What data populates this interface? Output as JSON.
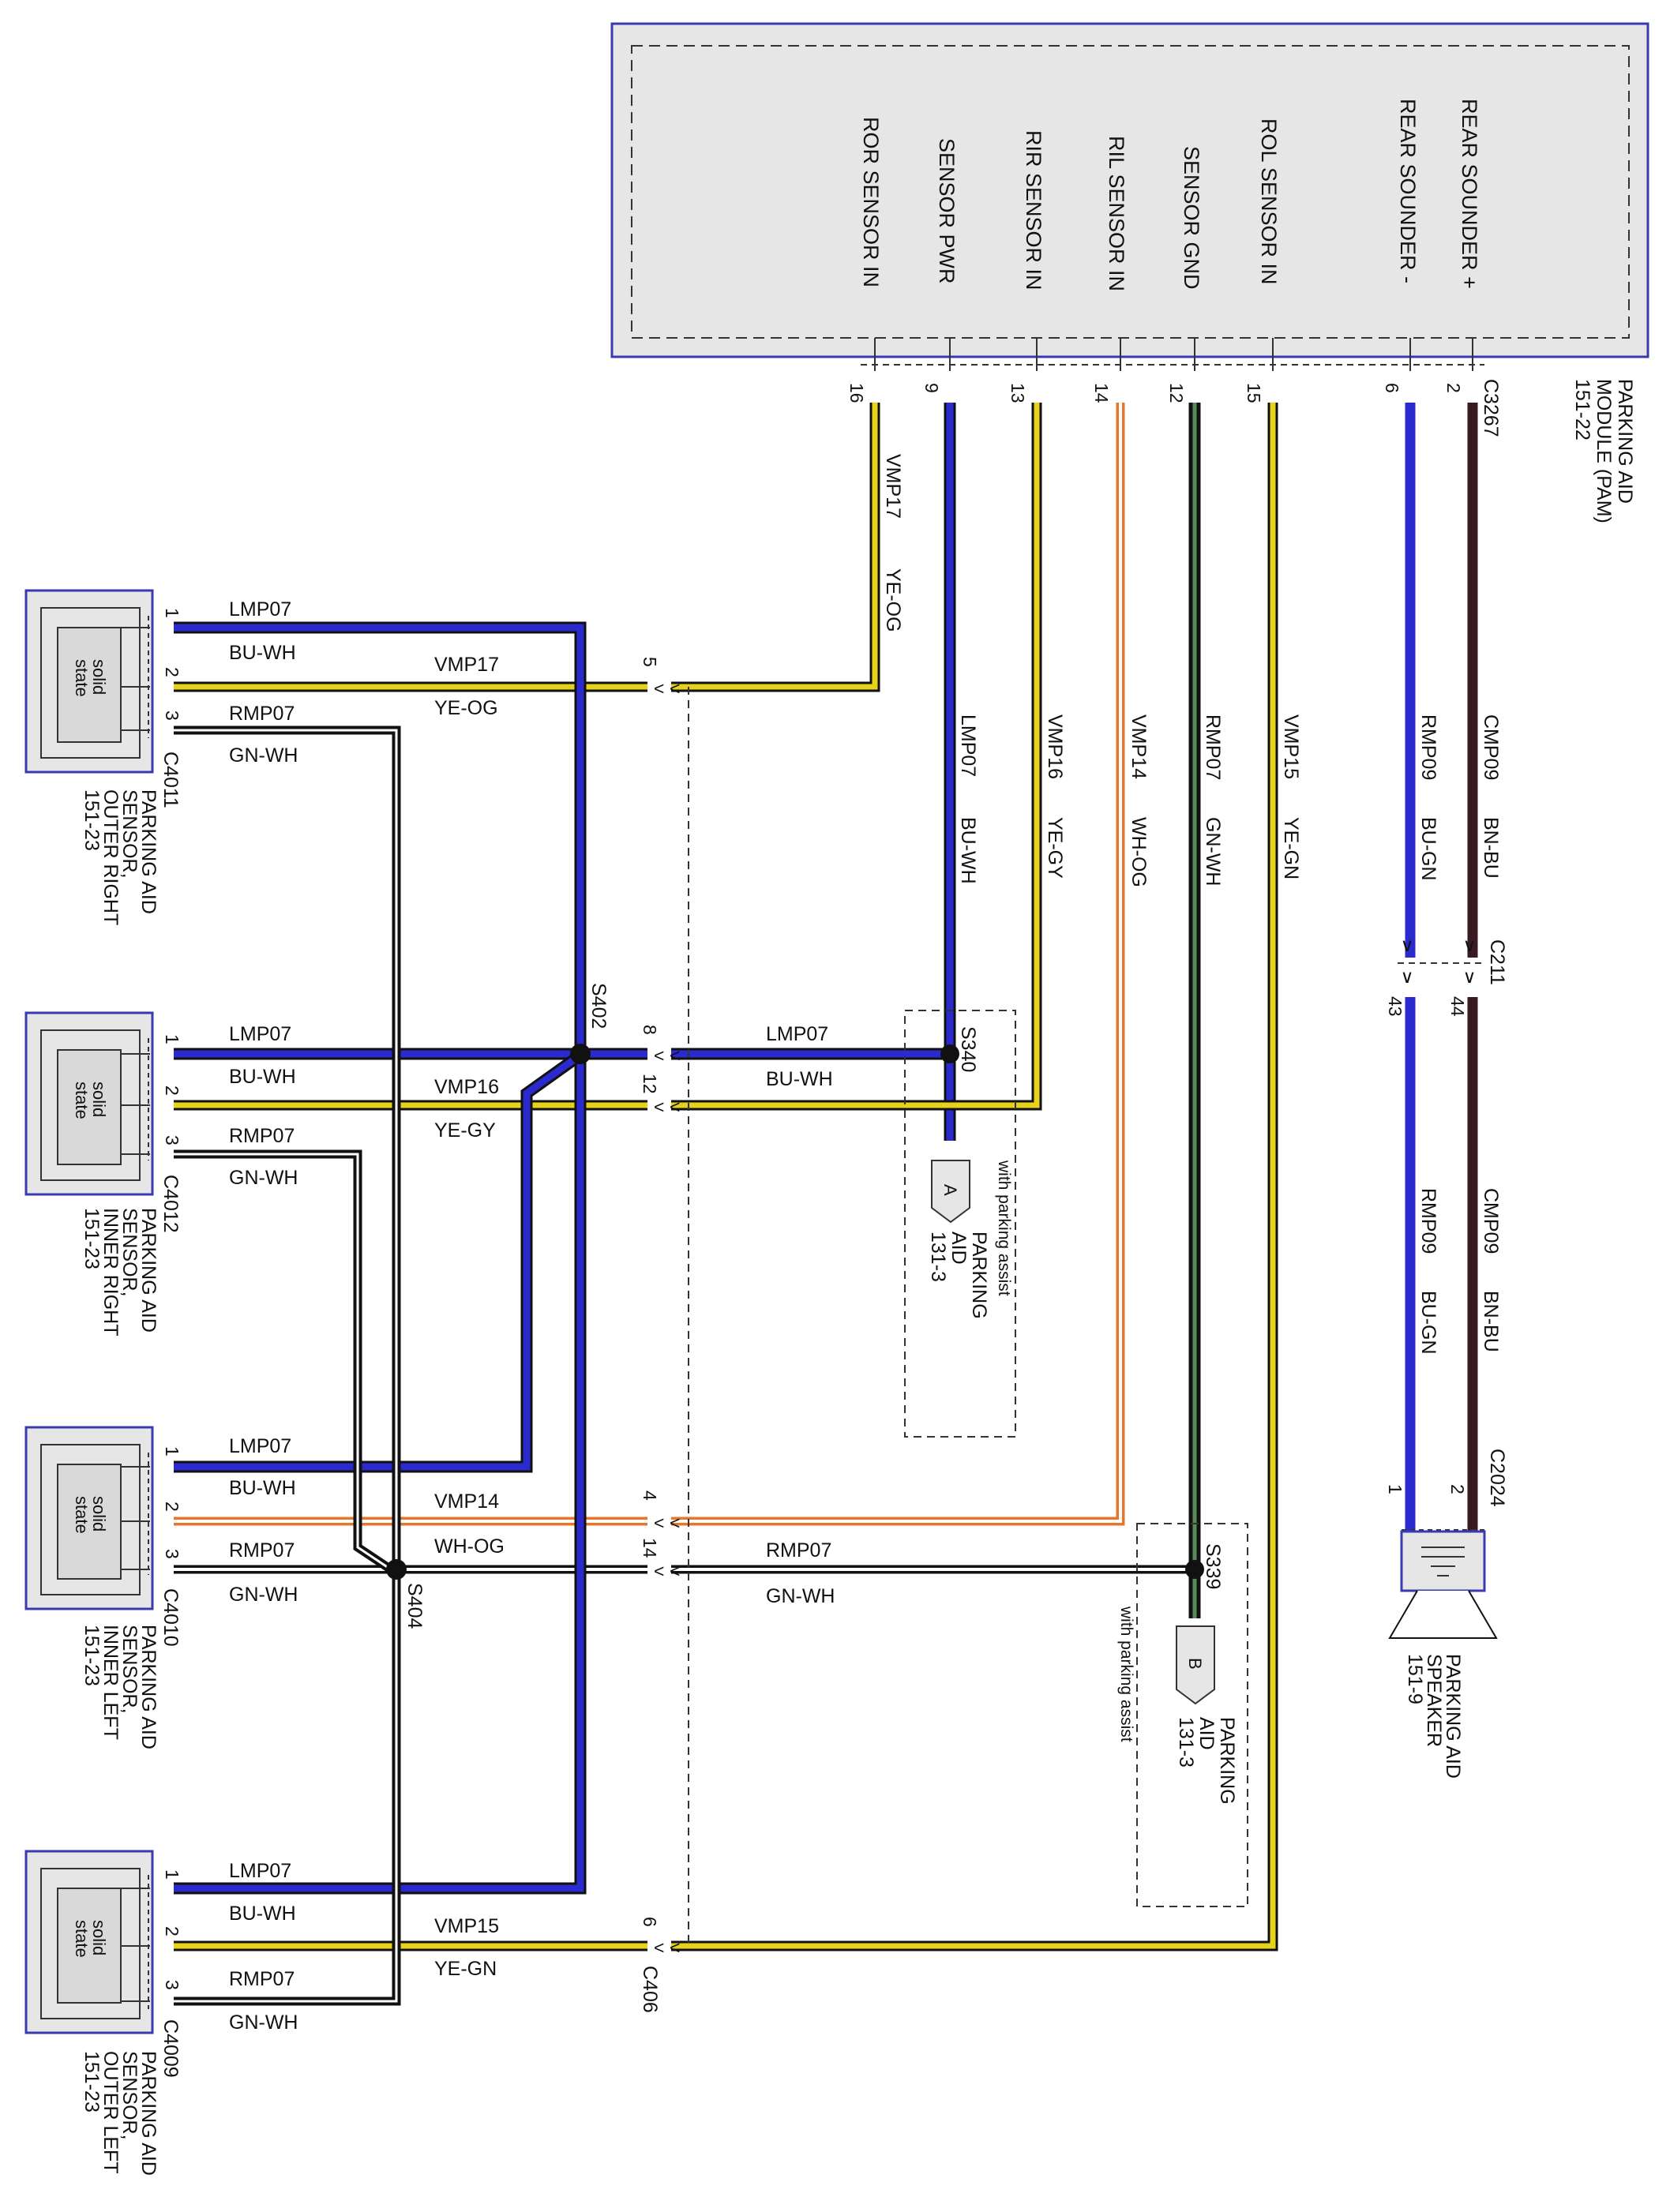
{
  "module": {
    "name_lines": [
      "PARKING AID",
      "MODULE (PAM)",
      "151-22"
    ],
    "connector": "C3267",
    "pins": [
      {
        "label": "REAR SOUNDER +",
        "pin": "2"
      },
      {
        "label": "REAR SOUNDER -",
        "pin": "6"
      },
      {
        "label": "ROL SENSOR IN",
        "pin": "15"
      },
      {
        "label": "SENSOR GND",
        "pin": "12"
      },
      {
        "label": "RIL SENSOR IN",
        "pin": "14"
      },
      {
        "label": "RIR SENSOR IN",
        "pin": "13"
      },
      {
        "label": "SENSOR PWR",
        "pin": "9"
      },
      {
        "label": "ROR SENSOR IN",
        "pin": "16"
      }
    ]
  },
  "wires": {
    "ror_circuit": "VMP17",
    "ror_color": "YE-OG",
    "pwr_circuit": "LMP07",
    "pwr_color": "BU-WH",
    "rir_circuit": "VMP16",
    "rir_color": "YE-GY",
    "ril_circuit": "VMP14",
    "ril_color": "WH-OG",
    "gnd_circuit": "RMP07",
    "gnd_color": "GN-WH",
    "rol_circuit": "VMP15",
    "rol_color": "YE-GN",
    "snd_minus_circuit": "RMP09",
    "snd_minus_color": "BU-GN",
    "snd_plus_circuit": "CMP09",
    "snd_plus_color": "BN-BU"
  },
  "inline_connectors": {
    "c211": {
      "name": "C211",
      "pin_a": "44",
      "pin_b": "43"
    },
    "c2024": {
      "name": "C2024",
      "pin_a": "2",
      "pin_b": "1"
    },
    "c406": {
      "name": "C406",
      "pins": [
        "5",
        "8",
        "12",
        "4",
        "14",
        "6"
      ]
    }
  },
  "splices": {
    "s340": "S340",
    "s339": "S339",
    "s402": "S402",
    "s404": "S404"
  },
  "references": {
    "a": {
      "letter": "A",
      "lines": [
        "PARKING",
        "AID",
        "131-3"
      ]
    },
    "b": {
      "letter": "B",
      "lines": [
        "PARKING",
        "AID",
        "131-3"
      ]
    },
    "option_note": "with parking assist"
  },
  "speaker": {
    "lines": [
      "PARKING AID",
      "SPEAKER",
      "151-9"
    ]
  },
  "sensors": [
    {
      "connector": "C4011",
      "lines": [
        "PARKING AID",
        "SENSOR,",
        "OUTER RIGHT",
        "151-23"
      ],
      "pin2_circuit": "VMP17",
      "pin2_color": "YE-OG"
    },
    {
      "connector": "C4012",
      "lines": [
        "PARKING AID",
        "SENSOR,",
        "INNER RIGHT",
        "151-23"
      ],
      "pin2_circuit": "VMP16",
      "pin2_color": "YE-GY"
    },
    {
      "connector": "C4010",
      "lines": [
        "PARKING AID",
        "SENSOR,",
        "INNER LEFT",
        "151-23"
      ],
      "pin2_circuit": "VMP14",
      "pin2_color": "WH-OG"
    },
    {
      "connector": "C4009",
      "lines": [
        "PARKING AID",
        "SENSOR,",
        "OUTER LEFT",
        "151-23"
      ],
      "pin2_circuit": "VMP15",
      "pin2_color": "YE-GN"
    }
  ],
  "sensor_common": {
    "solid_state": [
      "solid",
      "state"
    ],
    "pin1_circuit": "LMP07",
    "pin1_color": "BU-WH",
    "pin3_circuit": "RMP07",
    "pin3_color": "GN-WH",
    "pins": [
      "1",
      "2",
      "3"
    ]
  },
  "colors": {
    "blue": "#2a2acf",
    "yellow": "#e6d21c",
    "orange": "#e8762a",
    "black": "#111111",
    "brown": "#3a1a22",
    "frame": "#3a3ab0",
    "fill": "#e6e6e6"
  }
}
